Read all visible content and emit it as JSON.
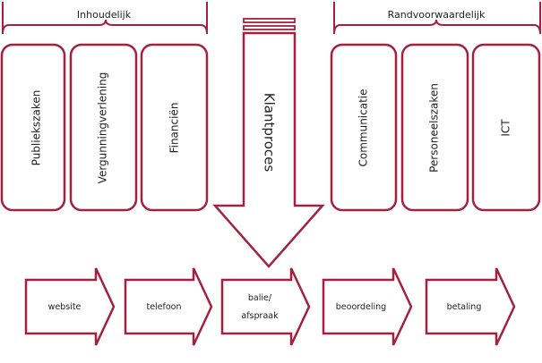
{
  "colors": {
    "stroke": "#a3213f",
    "background": "#ffffff",
    "text": "#222222"
  },
  "groups": {
    "content": "Inhoudelijk",
    "conditions": "Randvoorwaardelijk"
  },
  "columns": {
    "content": [
      "Publiekszaken",
      "Vergunningverlening",
      "Financiën"
    ],
    "conditions": [
      "Communicatie",
      "Personeelszaken",
      "ICT"
    ]
  },
  "main_process": "Klantproces",
  "steps": [
    {
      "label": "website"
    },
    {
      "label": "telefoon"
    },
    {
      "label": "balie/",
      "label2": "afspraak"
    },
    {
      "label": "beoordeling"
    },
    {
      "label": "betaling"
    }
  ]
}
